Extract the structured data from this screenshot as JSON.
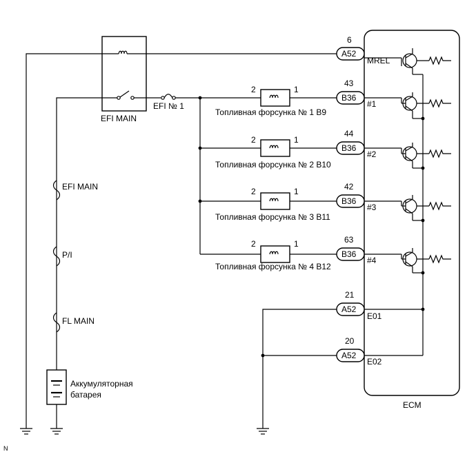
{
  "relay": {
    "label": "EFI MAIN"
  },
  "fuses": {
    "efi1": "EFI № 1",
    "efi_main": "EFI MAIN",
    "pi": "P/I",
    "fl_main": "FL MAIN"
  },
  "battery": {
    "line1": "Аккумуляторная",
    "line2": "батарея"
  },
  "ecm": {
    "label": "ECM"
  },
  "connectors": {
    "mrel": {
      "pin": "6",
      "conn": "A52",
      "term": "MREL"
    },
    "inj1": {
      "pin": "43",
      "conn": "B36",
      "term": "#1"
    },
    "inj2": {
      "pin": "44",
      "conn": "B36",
      "term": "#2"
    },
    "inj3": {
      "pin": "42",
      "conn": "B36",
      "term": "#3"
    },
    "inj4": {
      "pin": "63",
      "conn": "B36",
      "term": "#4"
    },
    "e01": {
      "pin": "21",
      "conn": "A52",
      "term": "E01"
    },
    "e02": {
      "pin": "20",
      "conn": "A52",
      "term": "E02"
    }
  },
  "injectors": {
    "inj1": {
      "label": "Топливная форсунка № 1 B9",
      "p2": "2",
      "p1": "1"
    },
    "inj2": {
      "label": "Топливная форсунка № 2 B10",
      "p2": "2",
      "p1": "1"
    },
    "inj3": {
      "label": "Топливная форсунка № 3 B11",
      "p2": "2",
      "p1": "1"
    },
    "inj4": {
      "label": "Топливная форсунка № 4 B12",
      "p2": "2",
      "p1": "1"
    }
  },
  "corner_mark": "N"
}
